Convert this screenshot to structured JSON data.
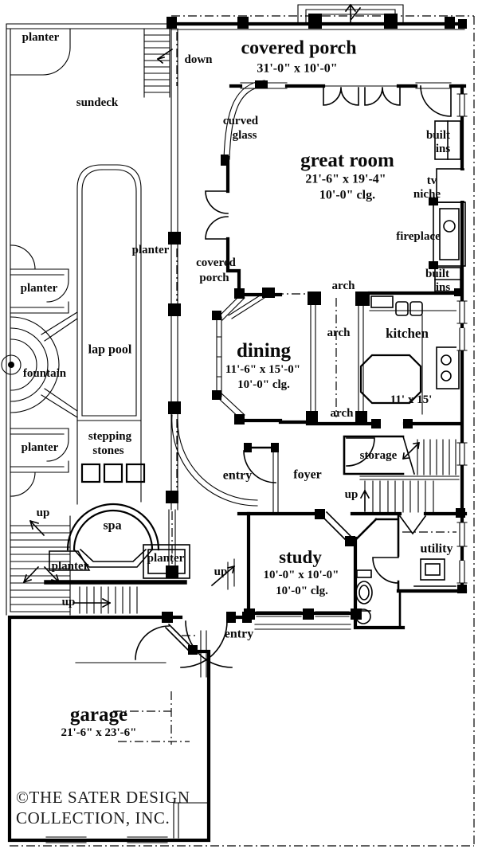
{
  "plan": {
    "paper_color": "#ffffff",
    "ink_color": "#000000",
    "copyright": {
      "line1": "©THE SATER DESIGN",
      "line2": "COLLECTION, INC."
    }
  },
  "rooms": {
    "covered_porch": {
      "name": "covered porch",
      "dims": "31'-0\" x 10'-0\""
    },
    "great_room": {
      "name": "great room",
      "dims": "21'-6\" x 19'-4\"",
      "ceiling": "10'-0\" clg."
    },
    "dining": {
      "name": "dining",
      "dims": "11'-6\" x 15'-0\"",
      "ceiling": "10'-0\" clg."
    },
    "kitchen": {
      "name": "kitchen",
      "dims": "11'  x  15'"
    },
    "study": {
      "name": "study",
      "dims": "10'-0\" x 10'-0\"",
      "ceiling": "10'-0\" clg."
    },
    "garage": {
      "name": "garage",
      "dims": "21'-6\" x 23'-6\""
    },
    "covered_porch_side": {
      "line1": "covered",
      "line2": "porch"
    },
    "sundeck": {
      "name": "sundeck"
    },
    "foyer": {
      "name": "foyer"
    },
    "storage": {
      "name": "storage"
    },
    "utility": {
      "name": "utility"
    },
    "spa": {
      "name": "spa"
    },
    "lap_pool": {
      "name": "lap pool"
    },
    "fountain": {
      "name": "fountain"
    }
  },
  "features": {
    "planter": "planter",
    "arch": "arch",
    "up": "up",
    "down": "down",
    "entry": "entry",
    "curved_glass": {
      "line1": "curved",
      "line2": "glass"
    },
    "built_ins": {
      "line1": "built",
      "line2": "ins"
    },
    "tv_niche": {
      "line1": "tv",
      "line2": "niche"
    },
    "fireplace": "fireplace",
    "stepping_stones": {
      "line1": "stepping",
      "line2": "stones"
    }
  }
}
